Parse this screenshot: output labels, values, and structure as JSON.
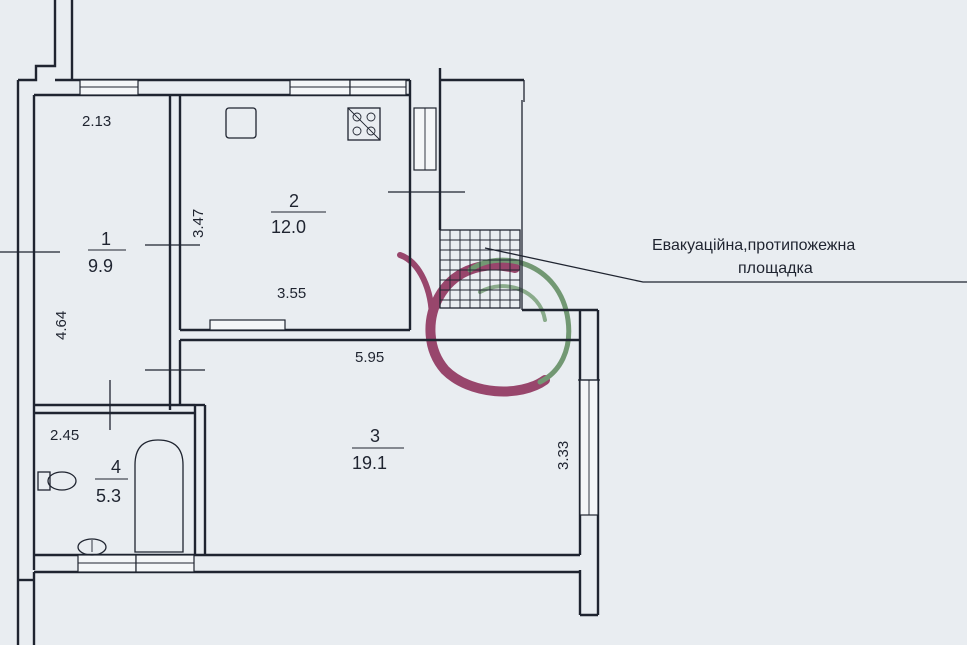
{
  "rooms": [
    {
      "number": "1",
      "area": "9.9"
    },
    {
      "number": "2",
      "area": "12.0"
    },
    {
      "number": "3",
      "area": "19.1"
    },
    {
      "number": "4",
      "area": "5.3"
    }
  ],
  "dimensions": {
    "room1_width": "2.13",
    "room1_length": "4.64",
    "room2_height": "3.47",
    "room2_width": "3.55",
    "room3_width": "5.95",
    "room3_height": "3.33",
    "room4_width": "2.45"
  },
  "annotation": {
    "line1": "Евакуаційна,протипожежна",
    "line2": "площадка"
  },
  "colors": {
    "line": "#1f2430",
    "background": "#e9edf1",
    "logo_purple": "#8a2a55",
    "logo_green": "#5e8a5e"
  }
}
